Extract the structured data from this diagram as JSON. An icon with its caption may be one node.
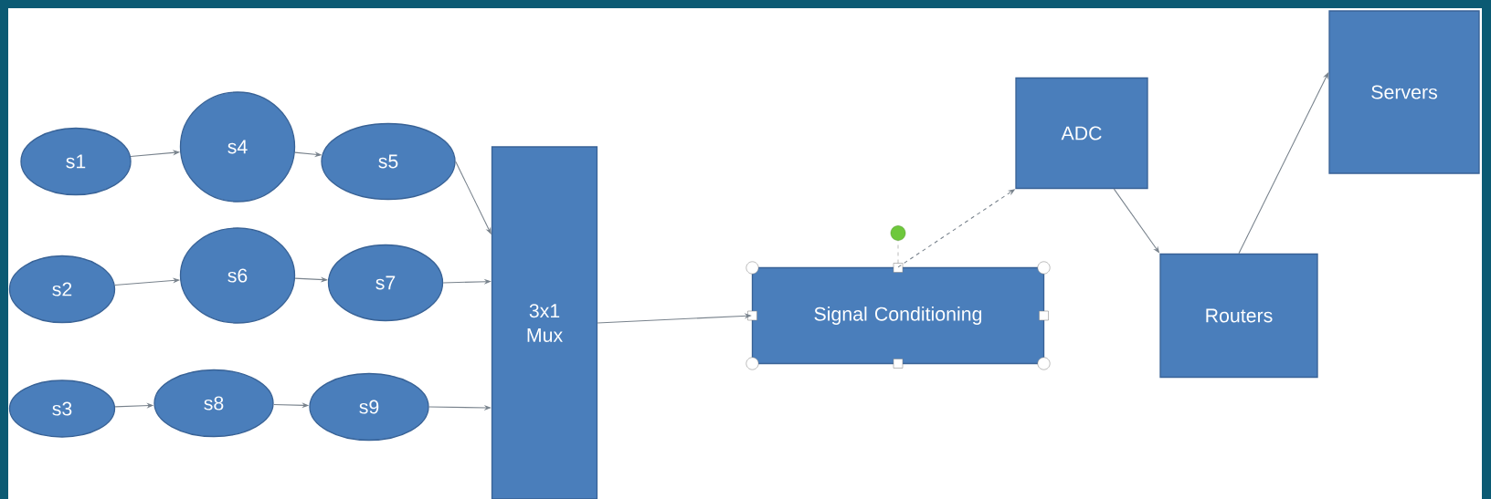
{
  "diagram": {
    "nodes": [
      {
        "text": [
          "s1"
        ]
      },
      {
        "text": [
          "s4"
        ]
      },
      {
        "text": [
          "s5"
        ]
      },
      {
        "text": [
          "s2"
        ]
      },
      {
        "text": [
          "s6"
        ]
      },
      {
        "text": [
          "s7"
        ]
      },
      {
        "text": [
          "s3"
        ]
      },
      {
        "text": [
          "s8"
        ]
      },
      {
        "text": [
          "s9"
        ]
      },
      {
        "text": [
          "3x1 Mux"
        ]
      },
      {
        "text": [
          "Signal Conditioning"
        ]
      },
      {
        "text": [
          "ADC"
        ]
      },
      {
        "text": [
          "Routers"
        ]
      },
      {
        "text": [
          "Servers"
        ]
      }
    ],
    "edges": [
      {
        "from": 0,
        "to": 1,
        "arrow": "to"
      },
      {
        "from": 1,
        "to": 2,
        "arrow": "to"
      },
      {
        "from": 3,
        "to": 4,
        "arrow": "to"
      },
      {
        "from": 4,
        "to": 5,
        "arrow": "to"
      },
      {
        "from": 6,
        "to": 7,
        "arrow": "to"
      },
      {
        "from": 7,
        "to": 8,
        "arrow": "to"
      },
      {
        "from": 2,
        "to": 9,
        "arrow": "to"
      },
      {
        "from": 5,
        "to": 9,
        "arrow": "to"
      },
      {
        "from": 8,
        "to": 9,
        "arrow": "to"
      },
      {
        "from": 9,
        "to": 10,
        "arrow": "to"
      },
      {
        "from": 10,
        "to": 11,
        "arrow": "to",
        "style": "dashed"
      },
      {
        "from": 11,
        "to": 12,
        "arrow": "to"
      },
      {
        "from": 12,
        "to": 13,
        "arrow": "to"
      }
    ]
  }
}
